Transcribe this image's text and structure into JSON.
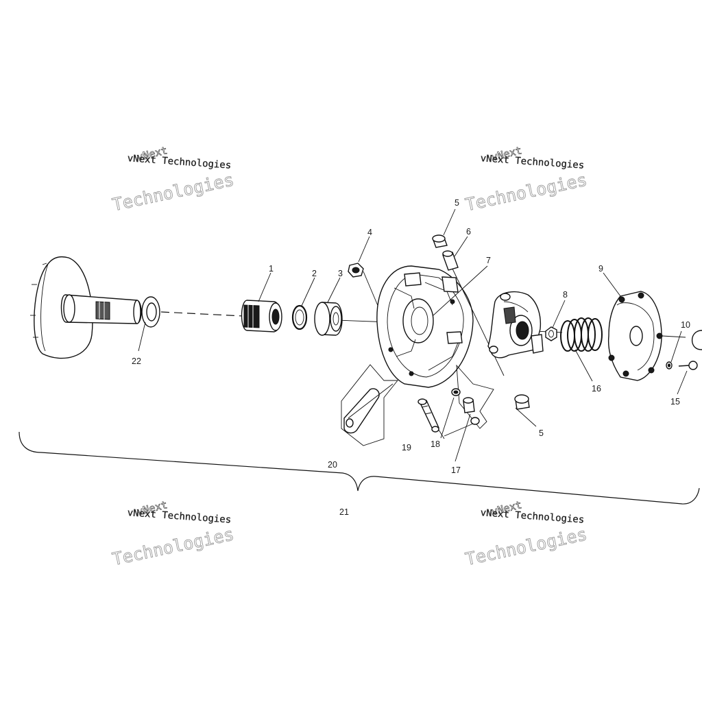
{
  "callouts": [
    {
      "id": "c1",
      "text": "1"
    },
    {
      "id": "c2",
      "text": "2"
    },
    {
      "id": "c3",
      "text": "3"
    },
    {
      "id": "c4",
      "text": "4"
    },
    {
      "id": "c5a",
      "text": "5"
    },
    {
      "id": "c5b",
      "text": "5"
    },
    {
      "id": "c6",
      "text": "6"
    },
    {
      "id": "c7",
      "text": "7"
    },
    {
      "id": "c8",
      "text": "8"
    },
    {
      "id": "c9",
      "text": "9"
    },
    {
      "id": "c10",
      "text": "10"
    },
    {
      "id": "c15",
      "text": "15"
    },
    {
      "id": "c16",
      "text": "16"
    },
    {
      "id": "c17",
      "text": "17"
    },
    {
      "id": "c18",
      "text": "18"
    },
    {
      "id": "c19",
      "text": "19"
    },
    {
      "id": "c20",
      "text": "20"
    },
    {
      "id": "c21",
      "text": "21"
    },
    {
      "id": "c22",
      "text": "22"
    }
  ],
  "watermark": {
    "line_a": "vNext",
    "line_b": "vNext Technologies",
    "line_c": "Technologies"
  }
}
